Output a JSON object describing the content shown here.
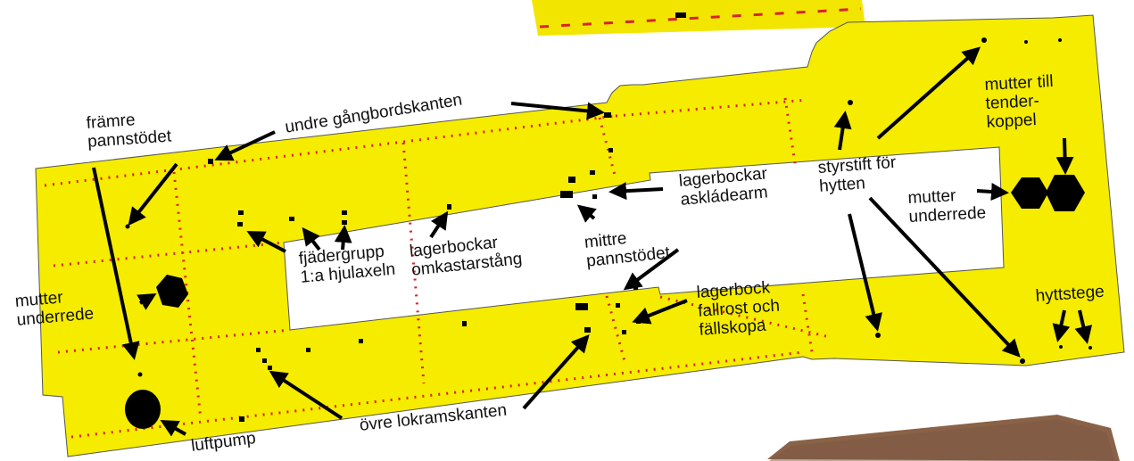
{
  "diagram": {
    "colors": {
      "sheet": "#f5ec00",
      "rivet_line": "#d8232a",
      "ink": "#000000",
      "upper_strip": "#f2e600",
      "leather": "#8a6248",
      "leather_dark": "#5f3f2c"
    },
    "labels": {
      "framre_pannstodet": "främre\npannstödet",
      "undre_gangbord": "undre gångbordskanten",
      "fjadergrupp": "fjädergrupp\n1:a hjulaxeln",
      "lagerbockar_omkast": "lagerbockar\nomkastarstång",
      "mittre_pannstodet": "mittre\npannstödet",
      "lagerbockar_askladearm": "lagerbockar\naskládearm",
      "styrstift": "styrstift för\nhytten",
      "mutter_tender": "mutter till\ntender-\nkoppel",
      "mutter_underrede_right": "mutter\nunderrede",
      "mutter_underrede_left": "mutter\nunderrede",
      "lagerbock_fallrost": "lagerbock\nfallrost och\nfällskopa",
      "hyttstege": "hyttstege",
      "ovre_lokramskanten": "övre lokramskanten",
      "luftpump": "luftpump"
    }
  }
}
